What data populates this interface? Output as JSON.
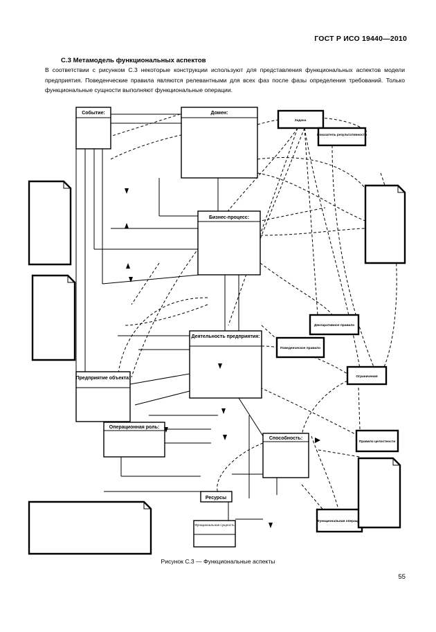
{
  "header": {
    "standard": "ГОСТ Р ИСО 19440—2010"
  },
  "section": {
    "heading": "С.3 Метамодель функциональных аспектов",
    "paragraph": "В соответствии с рисунком С.3 некоторые конструкции используют для представления функциональных аспектов модели предприятия. Поведенческие правила являются релевантными для всех фаз после фазы определения требований. Только функциональные сущности выполняют функциональные операции."
  },
  "figure": {
    "caption": "Рисунок С.3 — Функциональные аспекты",
    "classes": {
      "event": {
        "title": "Событие:"
      },
      "domain": {
        "title": "Домен:"
      },
      "process": {
        "title": "Бизнес-процесс:"
      },
      "activity": {
        "title": "Деятельность предприятия:"
      },
      "enterprise_object": {
        "title": "Предприятие объекта:"
      },
      "operational_role": {
        "title": "Операционная роль:"
      },
      "capability": {
        "title": "Способность:"
      },
      "resource": {
        "title": "Ресурсы"
      },
      "functional_entity": {
        "title": "Функциональная сущность"
      }
    },
    "boxes": {
      "goal": "Задача",
      "indicator": "Показатель результативности",
      "declarative_rule": "Декларативное правило",
      "behavioral_rule": "Поведенческое правило",
      "constraint": "Ограничения",
      "integrity_rule": "Правило целостности",
      "functional_operation": "Функциональная операция"
    }
  }
}
